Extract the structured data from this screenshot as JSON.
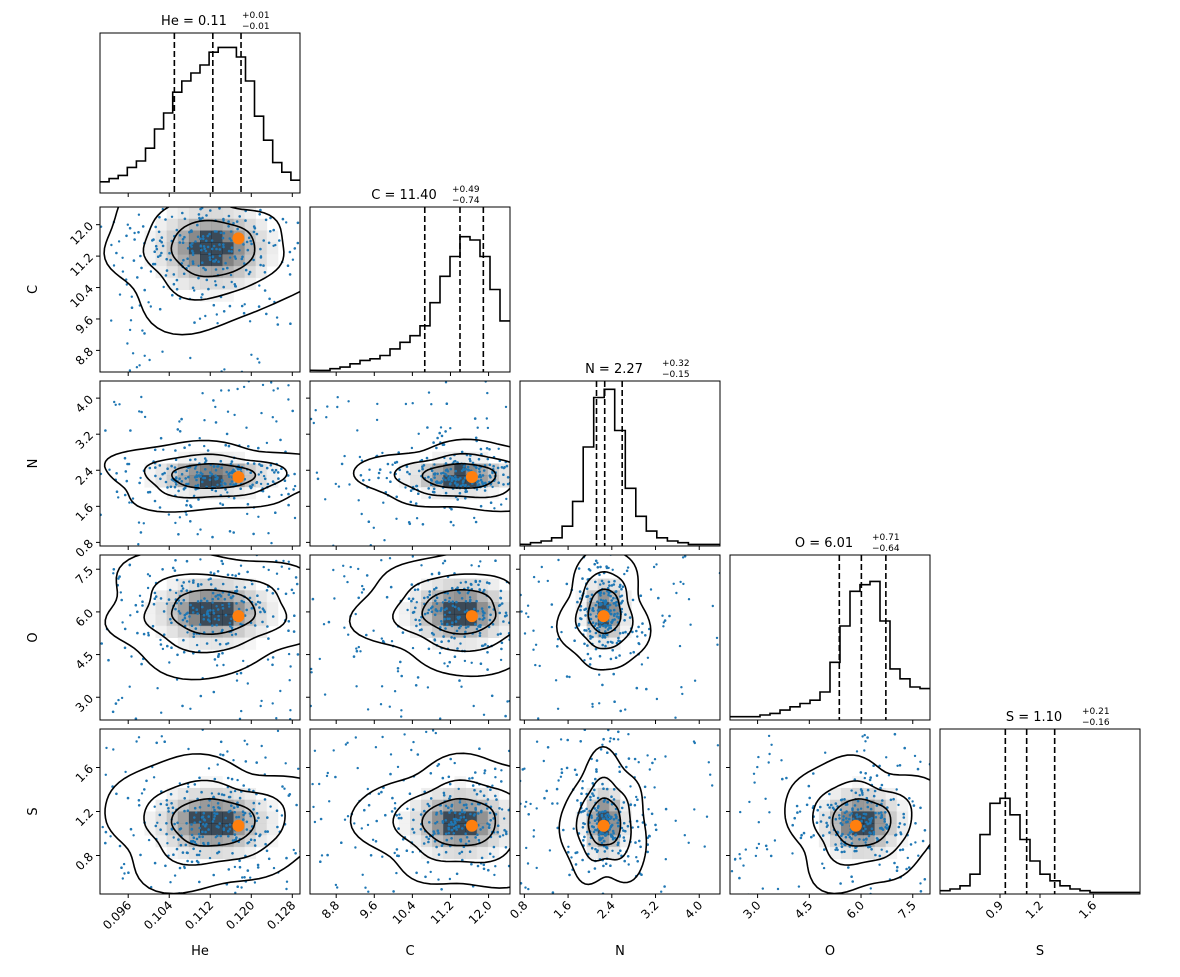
{
  "chart_data": {
    "type": "corner",
    "parameters": [
      {
        "name": "He",
        "label": "He",
        "range": [
          0.0905,
          0.1295
        ],
        "ticks": [
          0.096,
          0.104,
          0.112,
          0.12,
          0.128
        ],
        "tick_labels": [
          "0.096",
          "0.104",
          "0.112",
          "0.120",
          "0.128"
        ],
        "median": 0.1125,
        "q16": 0.105,
        "q84": 0.118,
        "truth": 0.1175,
        "title": {
          "base": "He = 0.11",
          "sup": "+0.01",
          "sub": "−0.01"
        },
        "hist": [
          0.07,
          0.09,
          0.11,
          0.16,
          0.2,
          0.28,
          0.4,
          0.5,
          0.63,
          0.7,
          0.75,
          0.8,
          0.88,
          0.91,
          0.91,
          0.85,
          0.7,
          0.48,
          0.33,
          0.19,
          0.13,
          0.08
        ]
      },
      {
        "name": "C",
        "label": "C",
        "range": [
          8.25,
          12.45
        ],
        "ticks": [
          8.8,
          9.6,
          10.4,
          11.2,
          12.0
        ],
        "tick_labels": [
          "8.8",
          "9.6",
          "10.4",
          "11.2",
          "12.0"
        ],
        "median": 11.4,
        "q16": 10.66,
        "q84": 11.89,
        "truth": 11.65,
        "title": {
          "base": "C = 11.40",
          "sup": "+0.49",
          "sub": "−0.74"
        },
        "hist": [
          0.01,
          0.01,
          0.02,
          0.03,
          0.05,
          0.07,
          0.08,
          0.1,
          0.14,
          0.18,
          0.22,
          0.28,
          0.42,
          0.58,
          0.7,
          0.82,
          0.8,
          0.7,
          0.5,
          0.31
        ]
      },
      {
        "name": "N",
        "label": "N",
        "range": [
          0.72,
          4.38
        ],
        "ticks": [
          0.8,
          1.6,
          2.4,
          3.2,
          4.0
        ],
        "tick_labels": [
          "0.8",
          "1.6",
          "2.4",
          "3.2",
          "4.0"
        ],
        "median": 2.27,
        "q16": 2.12,
        "q84": 2.59,
        "truth": 2.25,
        "title": {
          "base": "N = 2.27",
          "sup": "+0.32",
          "sub": "−0.15"
        },
        "hist": [
          0.01,
          0.02,
          0.03,
          0.05,
          0.12,
          0.27,
          0.6,
          0.9,
          0.95,
          0.7,
          0.35,
          0.18,
          0.09,
          0.05,
          0.03,
          0.02,
          0.01,
          0.01,
          0.01
        ]
      },
      {
        "name": "O",
        "label": "O",
        "range": [
          2.2,
          8.0
        ],
        "ticks": [
          3.0,
          4.5,
          6.0,
          7.5
        ],
        "tick_labels": [
          "3.0",
          "4.5",
          "6.0",
          "7.5"
        ],
        "median": 6.01,
        "q16": 5.37,
        "q84": 6.72,
        "truth": 5.85,
        "title": {
          "base": "O = 6.01",
          "sup": "+0.71",
          "sub": "−0.64"
        },
        "hist": [
          0.02,
          0.02,
          0.02,
          0.03,
          0.04,
          0.06,
          0.08,
          0.1,
          0.12,
          0.17,
          0.35,
          0.57,
          0.78,
          0.82,
          0.84,
          0.6,
          0.31,
          0.25,
          0.2,
          0.19
        ]
      },
      {
        "name": "S",
        "label": "S",
        "range": [
          0.45,
          1.95
        ],
        "ticks": [
          0.8,
          1.2,
          1.6
        ],
        "tick_labels": [
          "0.8",
          "1.2",
          "1.6"
        ],
        "ticks_lower": [
          0.8,
          1.2,
          1.6
        ],
        "tick_labels_lower": [
          "0.8",
          "1.2",
          "1.6"
        ],
        "ticks_bottom": [
          0.9,
          1.2,
          1.6
        ],
        "tick_labels_bottom": [
          "0.9",
          "1.2",
          "1.6"
        ],
        "median": 1.1,
        "q16": 0.94,
        "q84": 1.31,
        "truth": 1.07,
        "title": {
          "base": "S = 1.10",
          "sup": "+0.21",
          "sub": "−0.16"
        },
        "hist": [
          0.02,
          0.03,
          0.05,
          0.12,
          0.36,
          0.55,
          0.58,
          0.48,
          0.33,
          0.2,
          0.12,
          0.08,
          0.05,
          0.03,
          0.02,
          0.01,
          0.01,
          0.01,
          0.01,
          0.01
        ]
      }
    ],
    "colors": {
      "points": "#1f77b4",
      "truth": "#ff7f0e",
      "lines": "#000000",
      "density": "#1f3c5a"
    }
  }
}
